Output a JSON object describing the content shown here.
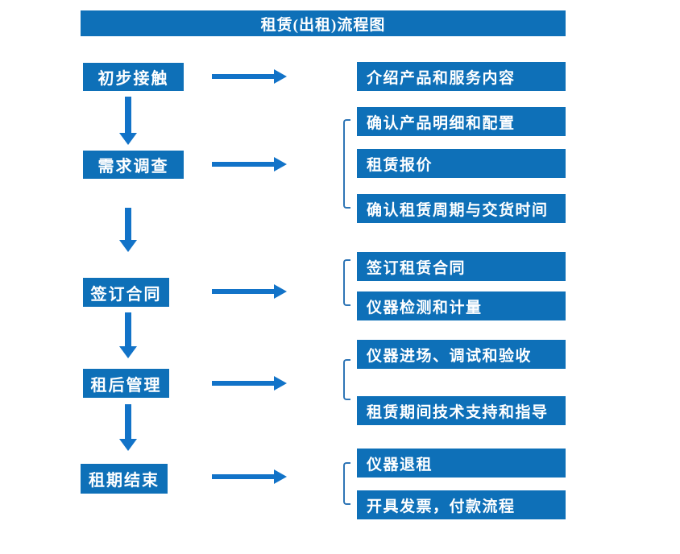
{
  "title": "租赁(出租)流程图",
  "colors": {
    "box_blue": "#0E70B8",
    "arrow_blue": "#1273C8",
    "bracket_blue": "#2E75B6",
    "text_white": "#FFFFFF",
    "background": "#FFFFFF"
  },
  "left_steps": [
    {
      "label": "初步接触"
    },
    {
      "label": "需求调查"
    },
    {
      "label": "签订合同"
    },
    {
      "label": "租后管理"
    },
    {
      "label": "租期结束"
    }
  ],
  "right_items": [
    {
      "label": "介绍产品和服务内容"
    },
    {
      "label": "确认产品明细和配置"
    },
    {
      "label": "租赁报价"
    },
    {
      "label": "确认租赁周期与交货时间"
    },
    {
      "label": "签订租赁合同"
    },
    {
      "label": "仪器检测和计量"
    },
    {
      "label": "仪器进场、调试和验收"
    },
    {
      "label": "租赁期间技术支持和指导"
    },
    {
      "label": "仪器退租"
    },
    {
      "label": "开具发票，付款流程"
    }
  ]
}
